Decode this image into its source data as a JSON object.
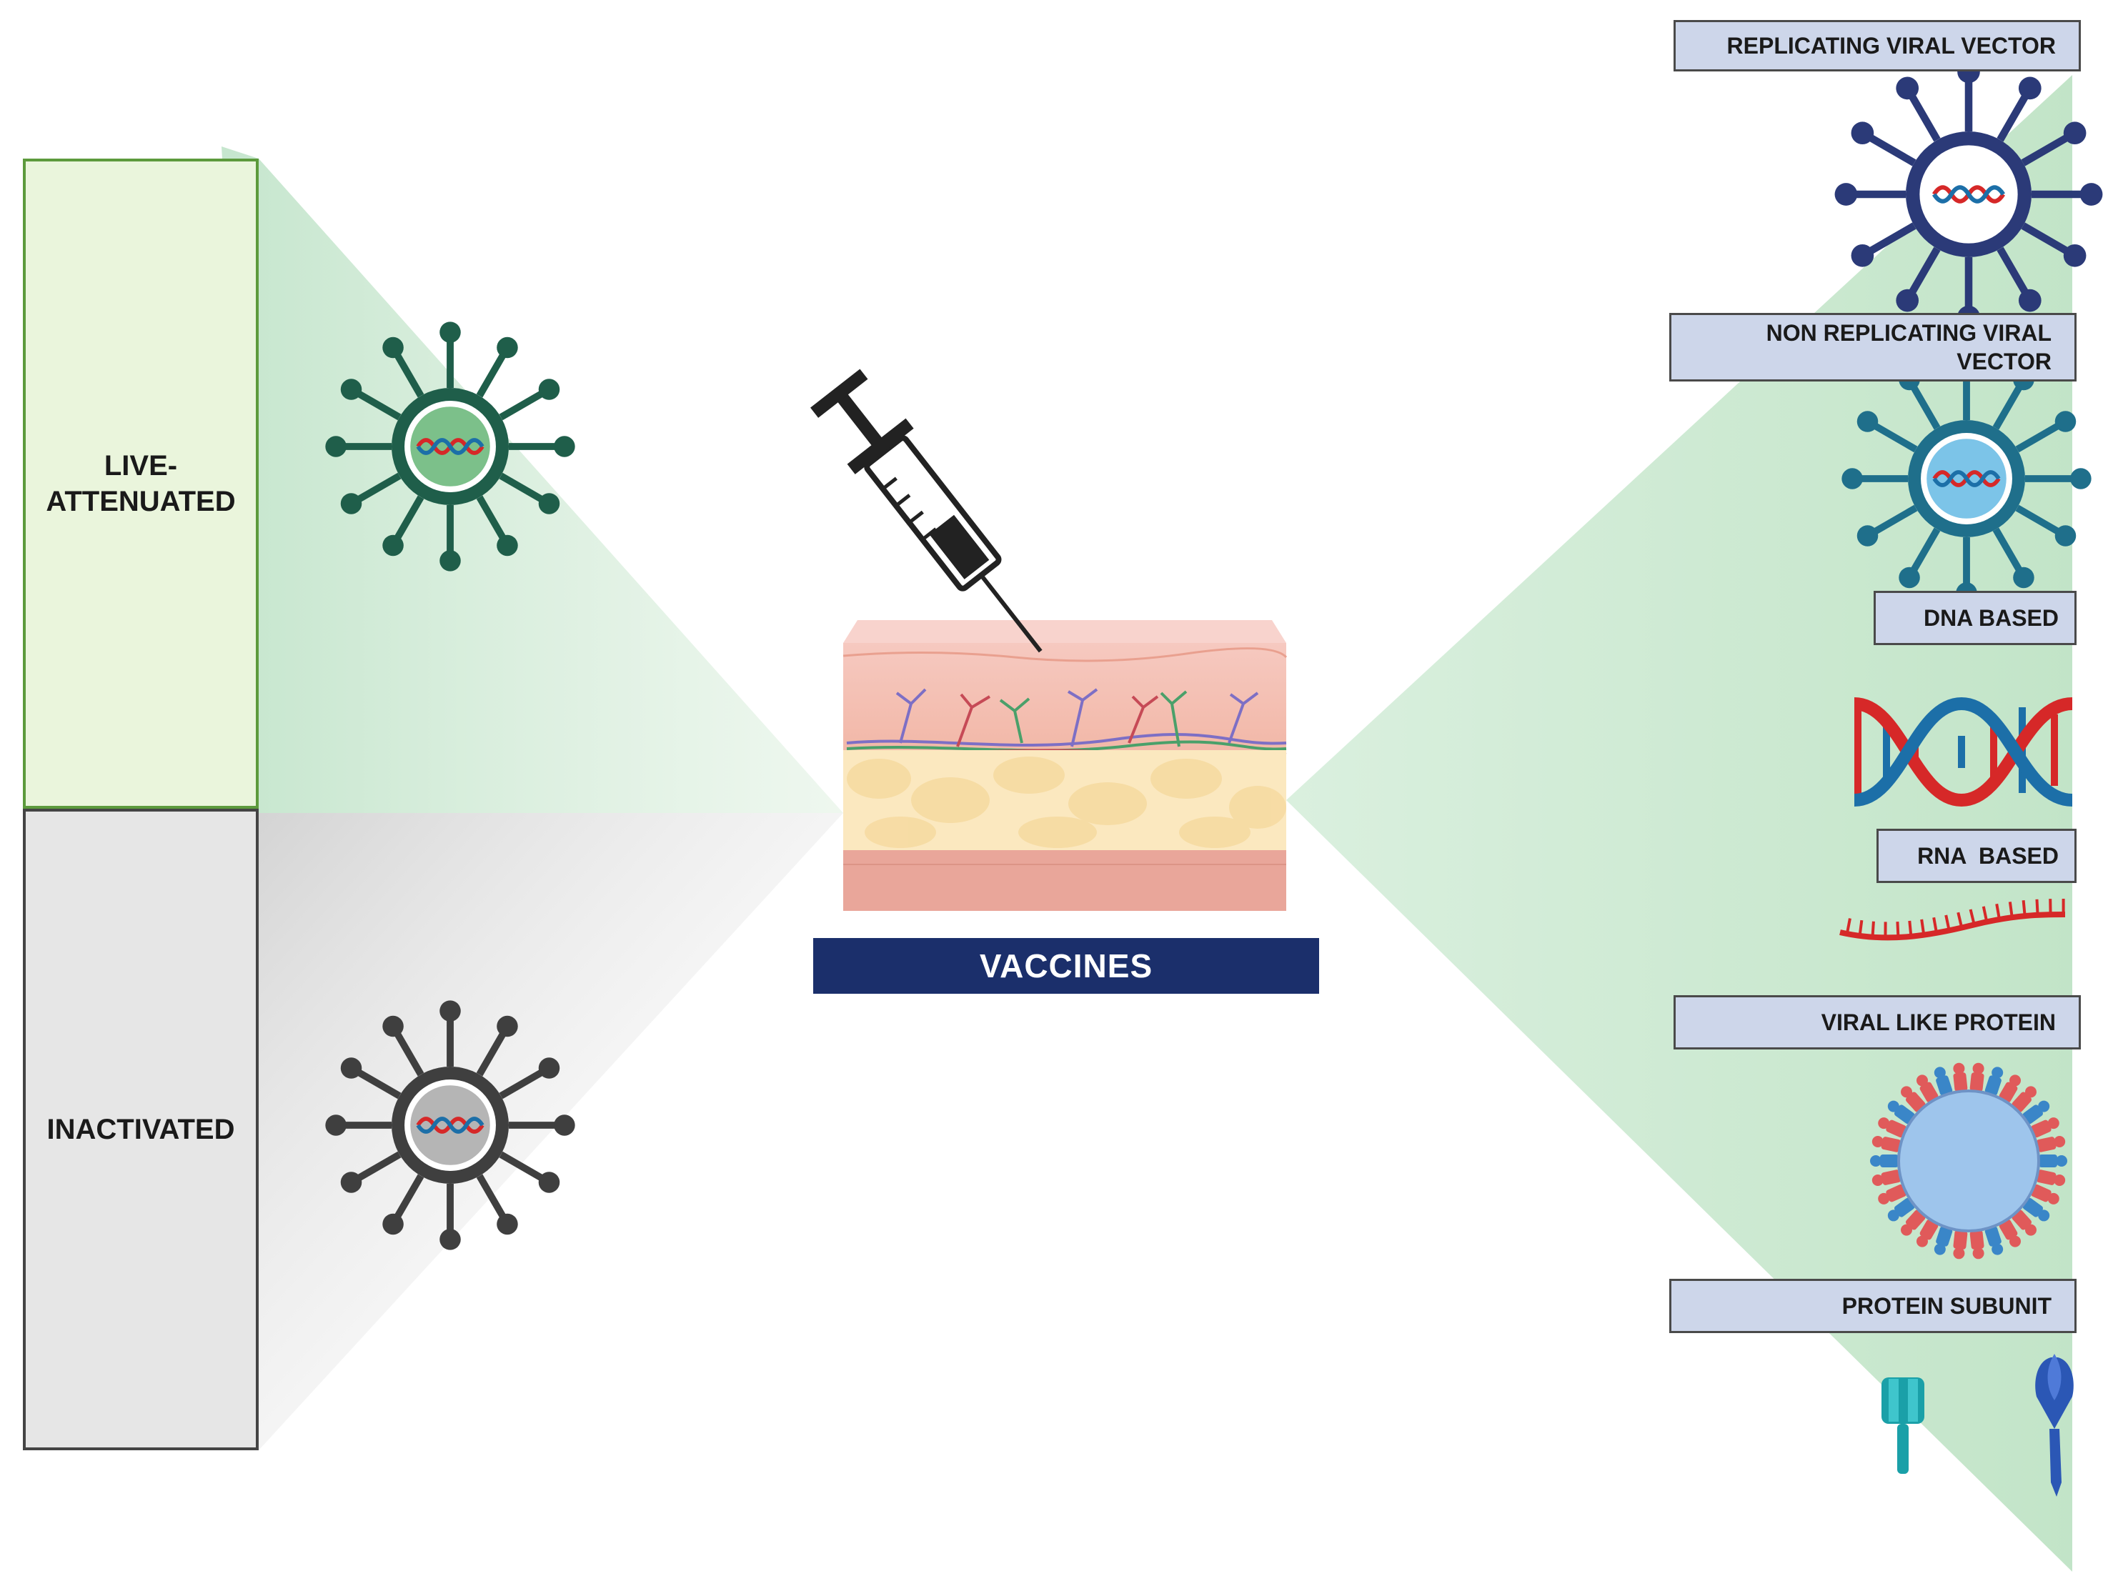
{
  "diagram": {
    "center_label": "VACCINES",
    "left_panels": [
      {
        "id": "live",
        "label": "LIVE-\nATTENUATED"
      },
      {
        "id": "inactivated",
        "label": "INACTIVATED"
      }
    ],
    "right_labels": [
      {
        "id": "replicating",
        "label": "REPLICATING VIRAL VECTOR"
      },
      {
        "id": "nonreplicating",
        "label": "NON REPLICATING VIRAL\nVECTOR"
      },
      {
        "id": "dna",
        "label": "DNA BASED"
      },
      {
        "id": "rna",
        "label": "RNA  BASED"
      },
      {
        "id": "vlp",
        "label": "VIRAL LIKE PROTEIN"
      },
      {
        "id": "subunit",
        "label": "PROTEIN SUBUNIT"
      }
    ]
  },
  "colors": {
    "live_panel": "#eaf5dc",
    "inactivated_panel": "#e6e6e6",
    "label_box": "#cdd6ea",
    "vaccines_bar": "#1b2f6b",
    "live_virus": "#1f5e4a",
    "inactivated_virus": "#3f3f3f",
    "replicating_virus": "#2b3a78",
    "nonreplicating_virus": "#1f6f8b",
    "dna_red": "#d62828",
    "dna_blue": "#1c6fa8",
    "vlp_core": "#9ec5ec",
    "vlp_red": "#e05a5a",
    "vlp_blue": "#3a86c8",
    "subunit_teal": "#1aa0a8",
    "subunit_blue": "#2b57b5"
  },
  "icons": [
    "virus-icon",
    "syringe-icon",
    "skin-section-icon",
    "dna-helix-icon",
    "rna-strand-icon",
    "virus-like-particle-icon",
    "protein-subunit-icon"
  ]
}
